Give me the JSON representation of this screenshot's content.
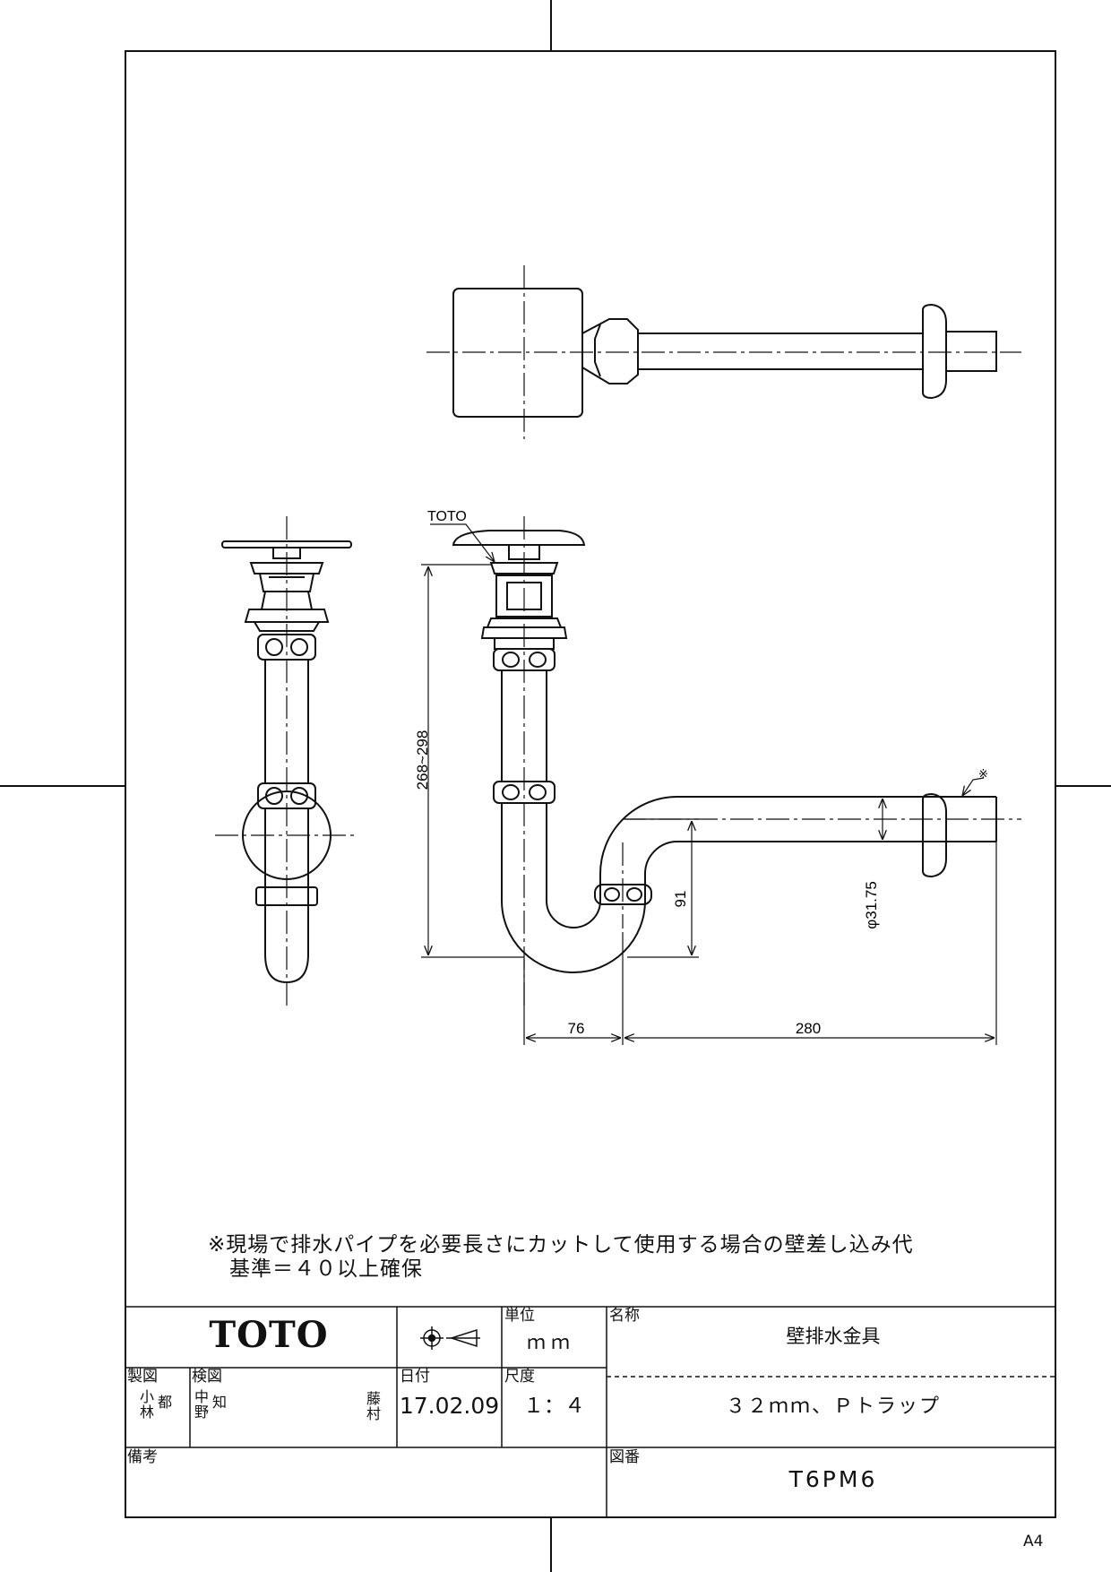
{
  "drawing": {
    "label_toto": "TOTO",
    "dim_height": "268~298",
    "dim_trap_depth": "91",
    "dim_outlet_dia": "φ31.75",
    "dim_offset": "76",
    "dim_wall": "280",
    "mark_note": "※"
  },
  "note": {
    "line1": "※現場で排水パイプを必要長さにカットして使用する場合の壁差し込み代",
    "line2": "基準＝４０以上確保"
  },
  "titleblock": {
    "logo": "TOTO",
    "unit_label": "単位",
    "unit_value": "ｍｍ",
    "name_label": "名称",
    "name_value": "壁排水金具",
    "drawn_label": "製図",
    "drawn_by": [
      "小林",
      "都"
    ],
    "checked_label": "検図",
    "checked_by": [
      "中野",
      "知"
    ],
    "approved_by": "藤村",
    "date_label": "日付",
    "date_value": "17.02.09",
    "scale_label": "尺度",
    "scale_value": "１：４",
    "description_value": "３２ｍｍ、Ｐトラップ",
    "remarks_label": "備考",
    "drawing_no_label": "図番",
    "drawing_no_value": "T6PM6",
    "paper_size": "A4"
  }
}
